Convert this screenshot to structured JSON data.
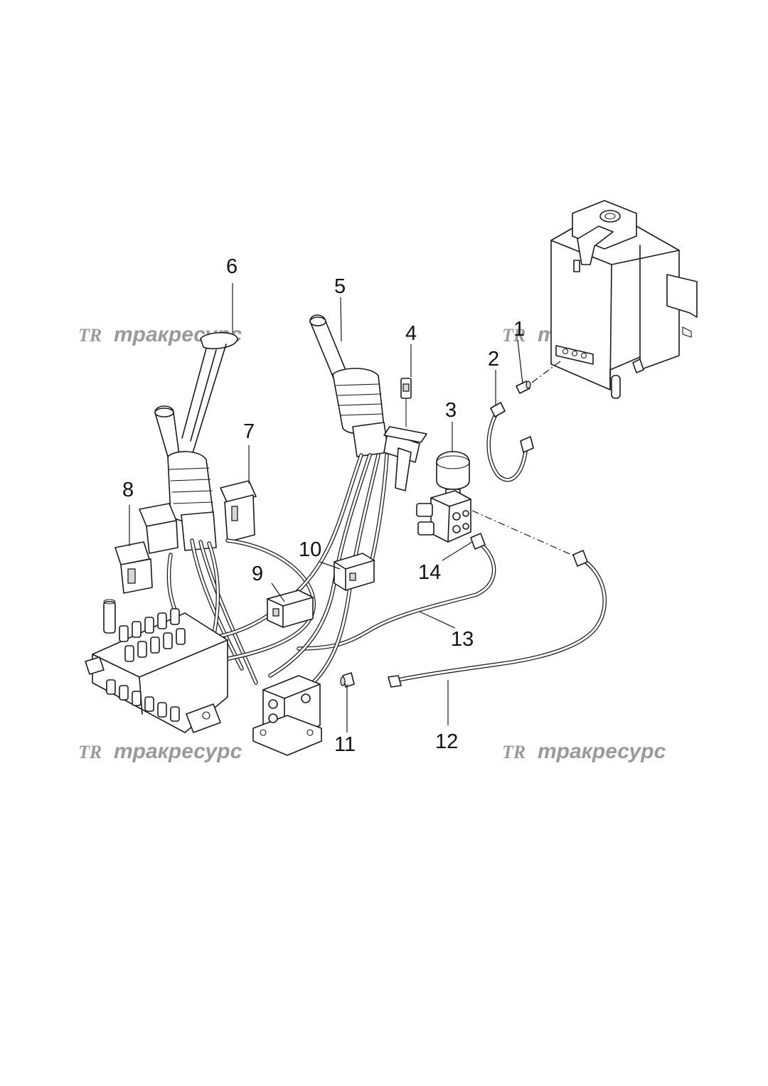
{
  "watermark": {
    "logo": "TR",
    "text": "тракресурс",
    "color": "#9a9a9a"
  },
  "callouts": [
    {
      "id": "1",
      "label": "1"
    },
    {
      "id": "2",
      "label": "2"
    },
    {
      "id": "3",
      "label": "3"
    },
    {
      "id": "4",
      "label": "4"
    },
    {
      "id": "5",
      "label": "5"
    },
    {
      "id": "6",
      "label": "6"
    },
    {
      "id": "7",
      "label": "7"
    },
    {
      "id": "8",
      "label": "8"
    },
    {
      "id": "9",
      "label": "9"
    },
    {
      "id": "10",
      "label": "10"
    },
    {
      "id": "11",
      "label": "11"
    },
    {
      "id": "12",
      "label": "12"
    },
    {
      "id": "13",
      "label": "13"
    },
    {
      "id": "14",
      "label": "14"
    }
  ]
}
